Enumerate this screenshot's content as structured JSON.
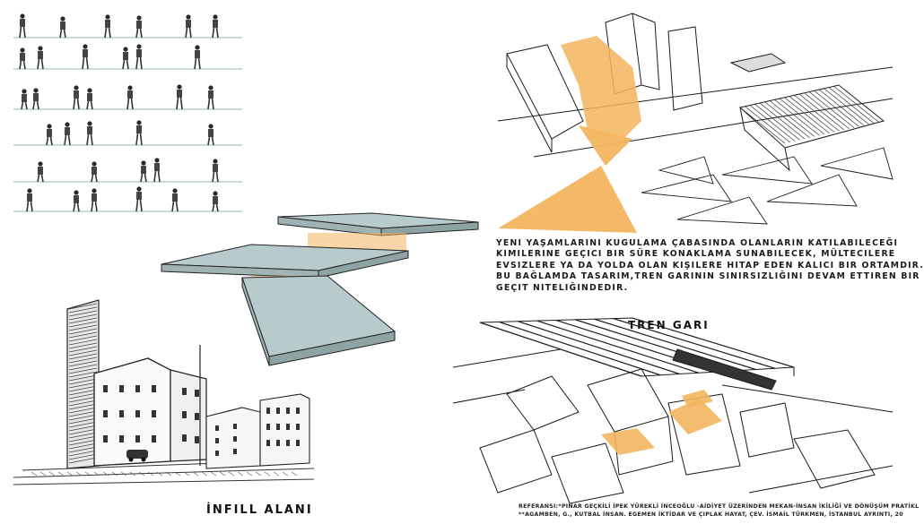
{
  "description": {
    "lines": [
      "Yeni yaşamlarını kugulama çabasında olanların katılabileceği",
      "kimilerine geçici bir süre konaklama sunabilecek, mültecilere",
      "evsizlere ya da yolda olan kişilere hitap eden kalıcı bir ortamdır.",
      "Bu bağlamda tasarım,tren garının sınırsızlığını devam ettiren bir",
      "geçit niteliğindedir."
    ]
  },
  "labels": {
    "train_station": "TREN GARI",
    "infill_area": "İNFILL ALANI"
  },
  "references": {
    "line1": "REFERANSI:*PINAR GEÇKİLİ İPEK YÜREKLİ İNCEOĞLU -AİDİYET ÜZERİNDEN MEKAN-İNSAN İKİLİĞİ VE DÖNÜŞÜM PRATİKL",
    "line2": "**AGAMBEN, G., KUTBAL İNSAN. EGEMEN İKTİDAR VE ÇIPLAK HAYAT, ÇEV. İSMAİL TÜRKMEN, İSTANBUL AYRINTI, 20"
  },
  "colors": {
    "accent_orange": "#f3b55e",
    "slab_blue": "#a7bcbd",
    "ink": "#1b1b1b"
  }
}
